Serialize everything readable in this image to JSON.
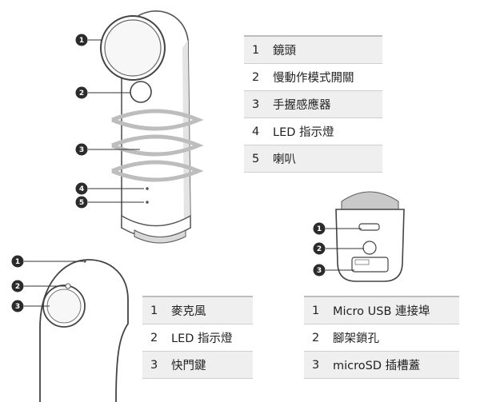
{
  "legend_main": [
    {
      "num": "1",
      "text": "鏡頭"
    },
    {
      "num": "2",
      "text": "慢動作模式開關"
    },
    {
      "num": "3",
      "text": "手握感應器"
    },
    {
      "num": "4",
      "text": "LED 指示燈"
    },
    {
      "num": "5",
      "text": "喇叭"
    }
  ],
  "legend_top": [
    {
      "num": "1",
      "text": "麥克風"
    },
    {
      "num": "2",
      "text": "LED 指示燈"
    },
    {
      "num": "3",
      "text": "快門鍵"
    }
  ],
  "legend_bottom": [
    {
      "num": "1",
      "text": "Micro USB 連接埠"
    },
    {
      "num": "2",
      "text": "腳架鎖孔"
    },
    {
      "num": "3",
      "text": "microSD 插槽蓋"
    }
  ],
  "callouts": {
    "main": [
      "1",
      "2",
      "3",
      "4",
      "5"
    ],
    "top": [
      "1",
      "2",
      "3"
    ],
    "bottom": [
      "1",
      "2",
      "3"
    ]
  },
  "colors": {
    "callout_fill": "#2b2b2b",
    "line": "#333333",
    "device_fill": "#ffffff",
    "shade": "#e6e6e6"
  }
}
